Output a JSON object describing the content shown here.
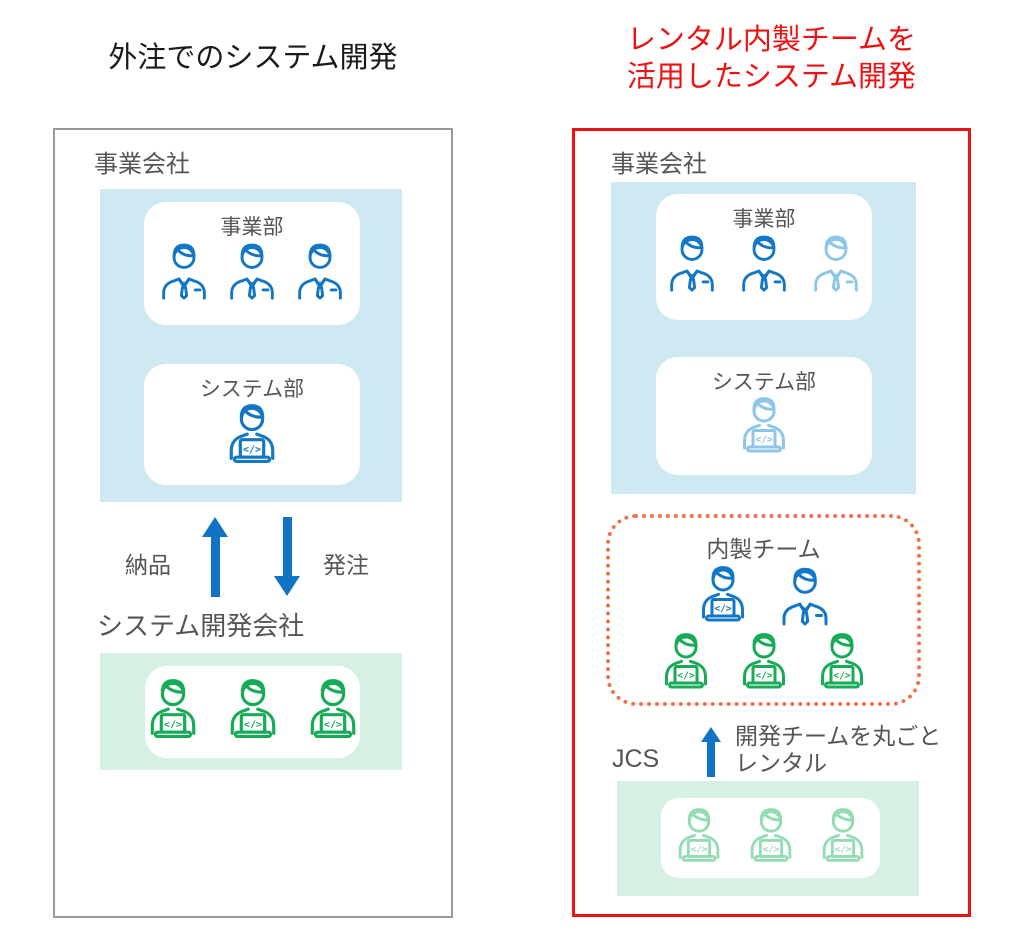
{
  "colors": {
    "blue": "#1377c6",
    "blue_faded": "#8ec6ea",
    "green": "#17ab57",
    "green_faded": "#93dcb4",
    "bg_blue": "#cfe9f3",
    "bg_green": "#d6f1e4",
    "red": "#ee1111",
    "orange": "#f0714d",
    "border_gray": "#9a9a9a",
    "text_dark": "#1a1a1a",
    "text_gray": "#555555",
    "arrow": "#1173c4"
  },
  "left": {
    "title": "外注でのシステム開発",
    "company_label": "事業会社",
    "depts": {
      "business": {
        "label": "事業部",
        "members": [
          "businessman",
          "businessman",
          "businessman"
        ]
      },
      "system": {
        "label": "システム部",
        "members": [
          "developer-blue"
        ]
      }
    },
    "deliver_label": "納品",
    "order_label": "発注",
    "dev_company_label": "システム開発会社",
    "dev_company_members": [
      "developer-green",
      "developer-green",
      "developer-green"
    ]
  },
  "right": {
    "title_line1": "レンタル内製チームを",
    "title_line2": "活用したシステム開発",
    "company_label": "事業会社",
    "depts": {
      "business": {
        "label": "事業部",
        "members": [
          "businessman",
          "businessman",
          "businessman-faded"
        ]
      },
      "system": {
        "label": "システム部",
        "members": [
          "developer-blue-faded"
        ]
      }
    },
    "inhouse": {
      "label": "内製チーム",
      "row1": [
        "developer-blue",
        "businessman"
      ],
      "row2": [
        "developer-green",
        "developer-green",
        "developer-green"
      ]
    },
    "jcs_label": "JCS",
    "rental_line1": "開発チームを丸ごと",
    "rental_line2": "レンタル",
    "jcs_members": [
      "developer-green-faded",
      "developer-green-faded",
      "developer-green-faded"
    ]
  }
}
